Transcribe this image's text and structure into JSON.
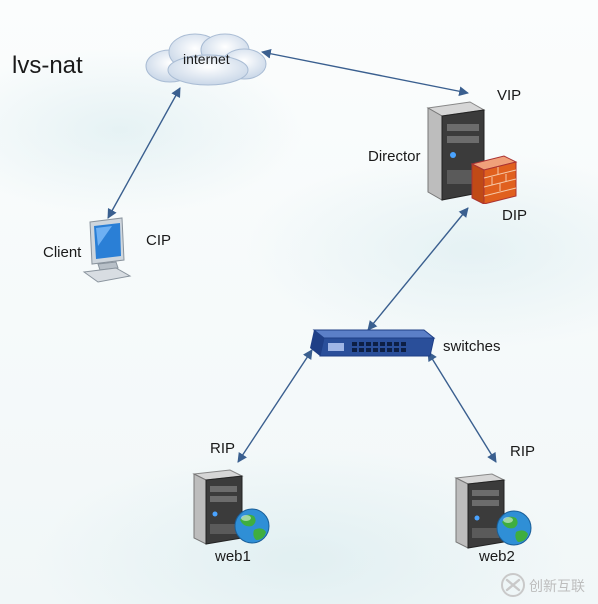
{
  "diagram": {
    "title": "lvs-nat",
    "cloud_label": "internet",
    "director": {
      "label": "Director",
      "vip": "VIP",
      "dip": "DIP"
    },
    "client": {
      "label": "Client",
      "cip": "CIP"
    },
    "switch": {
      "label": "switches"
    },
    "web1": {
      "label": "web1",
      "rip": "RIP"
    },
    "web2": {
      "label": "web2",
      "rip": "RIP"
    }
  },
  "watermark": {
    "text": "创新互联"
  },
  "colors": {
    "arrow": "#3a5f8f",
    "switch": "#2a4f9a",
    "server": "#3a3a3a",
    "firewall": "#d9501c",
    "globe": "#2f8fd6"
  },
  "icons": [
    "cloud-icon",
    "server-icon",
    "firewall-icon",
    "desktop-computer-icon",
    "network-switch-icon",
    "globe-icon",
    "logo-icon"
  ]
}
